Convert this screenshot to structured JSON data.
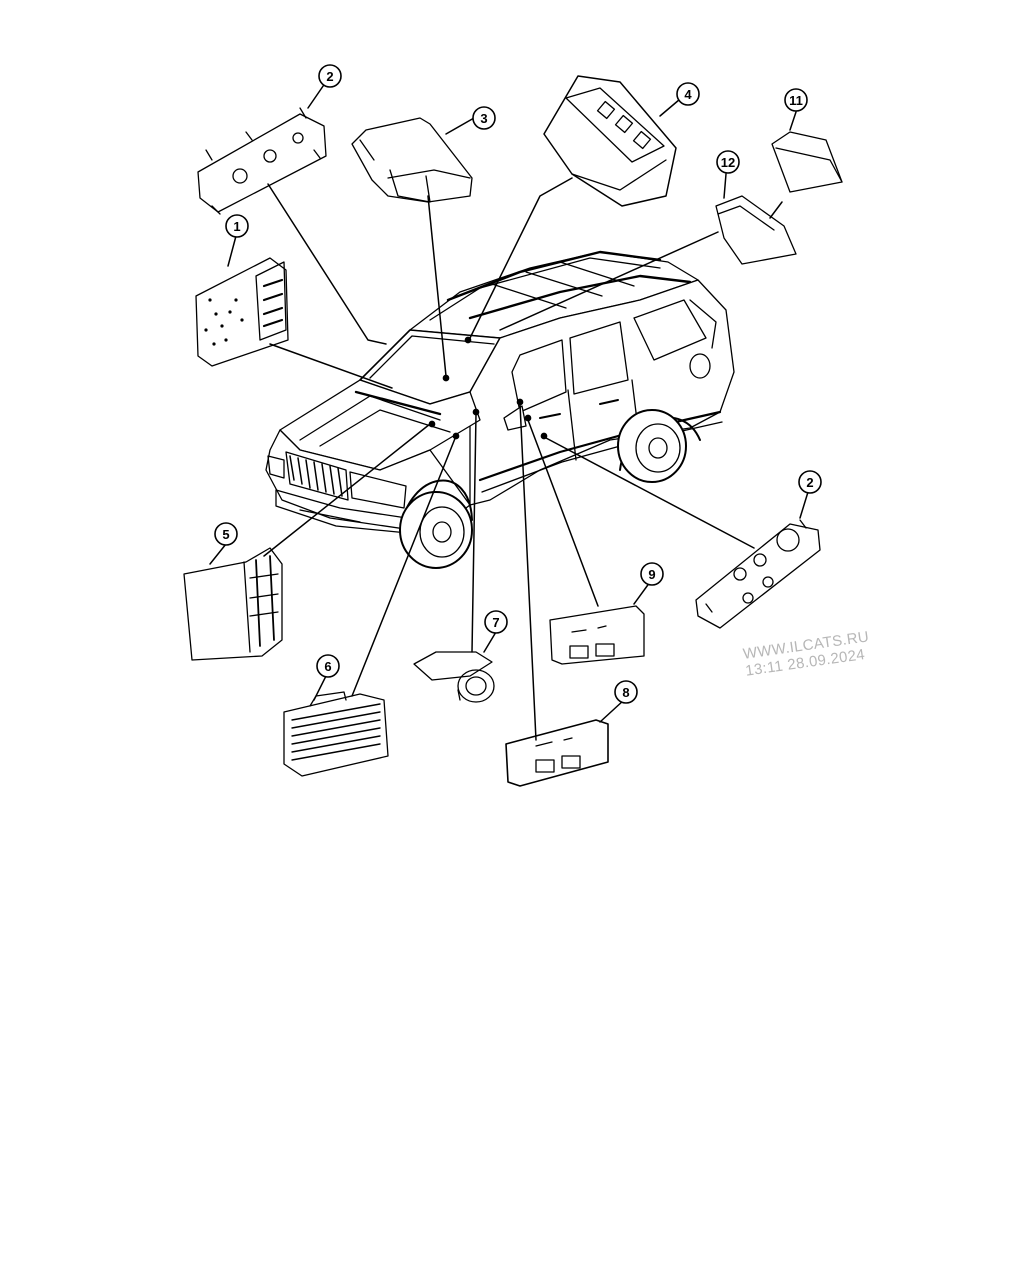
{
  "callouts": [
    {
      "id": "c1",
      "label": "1"
    },
    {
      "id": "c2a",
      "label": "2"
    },
    {
      "id": "c2b",
      "label": "2"
    },
    {
      "id": "c3",
      "label": "3"
    },
    {
      "id": "c4",
      "label": "4"
    },
    {
      "id": "c5",
      "label": "5"
    },
    {
      "id": "c6",
      "label": "6"
    },
    {
      "id": "c7",
      "label": "7"
    },
    {
      "id": "c8",
      "label": "8"
    },
    {
      "id": "c9",
      "label": "9"
    },
    {
      "id": "c11",
      "label": "11"
    },
    {
      "id": "c12",
      "label": "12"
    }
  ],
  "watermark": {
    "line1": "WWW.ILCATS.RU",
    "line2": "13:11 28.09.2024"
  },
  "colors": {
    "ink": "#000000",
    "watermark": "#b7b7b7"
  }
}
